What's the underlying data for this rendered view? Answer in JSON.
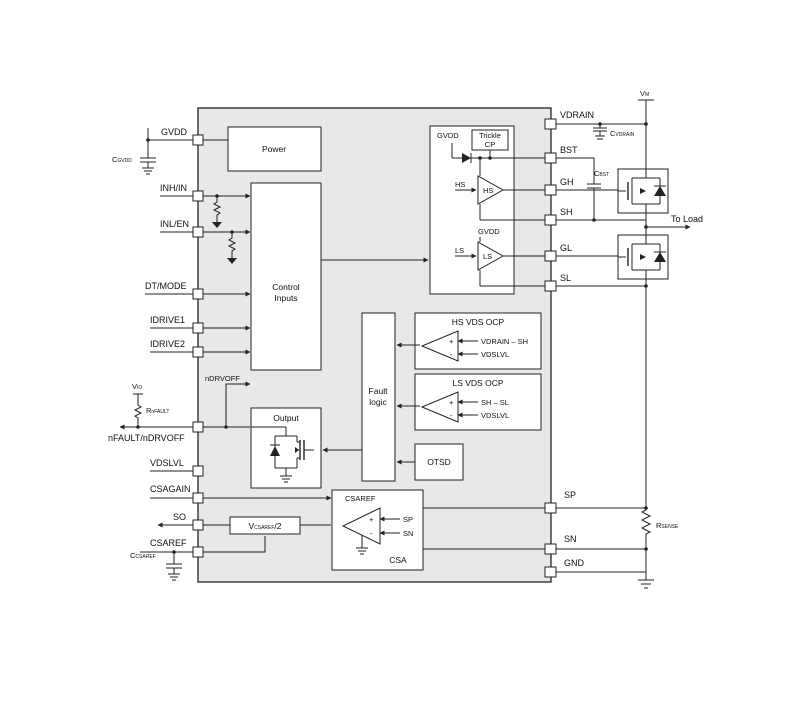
{
  "pins_left": {
    "gvdd": "GVDD",
    "inh_in": "INH/IN",
    "inl_en": "INL/EN",
    "dt_mode": "DT/MODE",
    "idrive1": "IDRIVE1",
    "idrive2": "IDRIVE2",
    "nfault": "nFAULT/nDRVOFF",
    "vdslvl": "VDSLVL",
    "csagain": "CSAGAIN",
    "so": "SO",
    "csaref": "CSAREF"
  },
  "pins_right": {
    "vdrain": "VDRAIN",
    "bst": "BST",
    "gh": "GH",
    "sh": "SH",
    "gl": "GL",
    "sl": "SL",
    "sp": "SP",
    "sn": "SN",
    "gnd": "GND"
  },
  "blocks": {
    "power": "Power",
    "control_line1": "Control",
    "control_line2": "Inputs",
    "output": "Output",
    "fault_line1": "Fault",
    "fault_line2": "logic",
    "otsd": "OTSD",
    "hs_ocp": "HS VDS OCP",
    "ls_ocp": "LS VDS OCP",
    "csa": "CSA",
    "trickle_line1": "Trickle",
    "trickle_line2": "CP",
    "vcsaref_main": "V",
    "vcsaref_sub": "CSAREF",
    "vcsaref_tail": "/2"
  },
  "driver": {
    "gvdd_top": "GVDD",
    "gvdd_mid": "GVDD",
    "hs_in": "HS",
    "hs_buf": "HS",
    "ls_in": "LS",
    "ls_buf": "LS"
  },
  "comparators": {
    "hs_in1": "VDRAIN – SH",
    "hs_in2": "VDSLVL",
    "ls_in1": "SH – SL",
    "ls_in2": "VDSLVL",
    "csa_ref": "CSAREF",
    "csa_sp": "SP",
    "csa_sn": "SN",
    "plus": "+",
    "minus": "-"
  },
  "external": {
    "c_gvdd_main": "C",
    "c_gvdd_sub": "GVDD",
    "c_csaref_main": "C",
    "c_csaref_sub": "CSAREF",
    "c_bst_main": "C",
    "c_bst_sub": "BST",
    "c_vdrain_main": "C",
    "c_vdrain_sub": "VDRAIN",
    "vio_main": "V",
    "vio_sub": "IO",
    "rnfault_main": "R",
    "rnfault_sub": "nFAULT",
    "rsense_main": "R",
    "rsense_sub": "SENSE",
    "vm_main": "V",
    "vm_sub": "M",
    "to_load": "To Load",
    "ndrvoff": "nDRVOFF"
  }
}
